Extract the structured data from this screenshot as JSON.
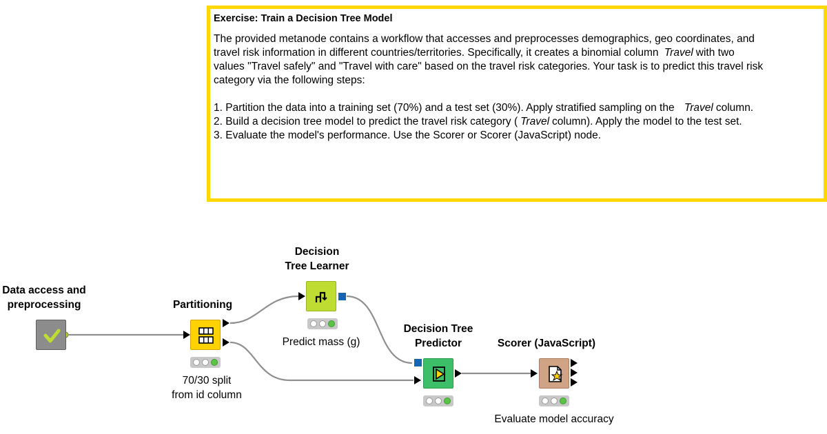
{
  "annotation": {
    "title": "Exercise: Train a Decision Tree Model",
    "para_1a": "The provided metanode contains a workflow that accesses and preprocesses demographics, geo coordinates, and",
    "para_1b": "travel risk information in different countries/territories. Specifically, it creates a binomial column",
    "para_1_italic": "Travel",
    "para_1c": "with two",
    "para_1d": "values \"Travel safely\" and \"Travel with care\" based on the travel risk categories. Your task is to predict this travel risk",
    "para_1e": "category via the following steps:",
    "step1_a": "1. Partition the data into a training set (70%) and a test set (30%). Apply stratified sampling on the",
    "step1_italic": "Travel",
    "step1_b": "column.",
    "step2_a": "2. Build a decision tree model to predict the travel risk category (",
    "step2_italic": "Travel",
    "step2_b": "column). Apply the model to the test set.",
    "step3": "3. Evaluate the model's performance. Use the Scorer or Scorer (JavaScript) node."
  },
  "nodes": {
    "metanode": {
      "title_l1": "Data access and",
      "title_l2": "preprocessing"
    },
    "partitioning": {
      "title": "Partitioning",
      "desc_l1": "70/30 split",
      "desc_l2": "from id column"
    },
    "learner": {
      "title_l1": "Decision",
      "title_l2": "Tree Learner",
      "desc": "Predict mass (g)"
    },
    "predictor": {
      "title_l1": "Decision Tree",
      "title_l2": "Predictor"
    },
    "scorer": {
      "title": "Scorer (JavaScript)",
      "desc": "Evaluate model accuracy"
    }
  },
  "colors": {
    "annotation_border": "#ffd800",
    "metanode": "#8c8c8c",
    "partitioning": "#ffd200",
    "learner": "#bfdc32",
    "predictor": "#3cbf68",
    "scorer": "#d0a384",
    "model_port": "#1764b3",
    "status_ok": "#5bc346"
  }
}
